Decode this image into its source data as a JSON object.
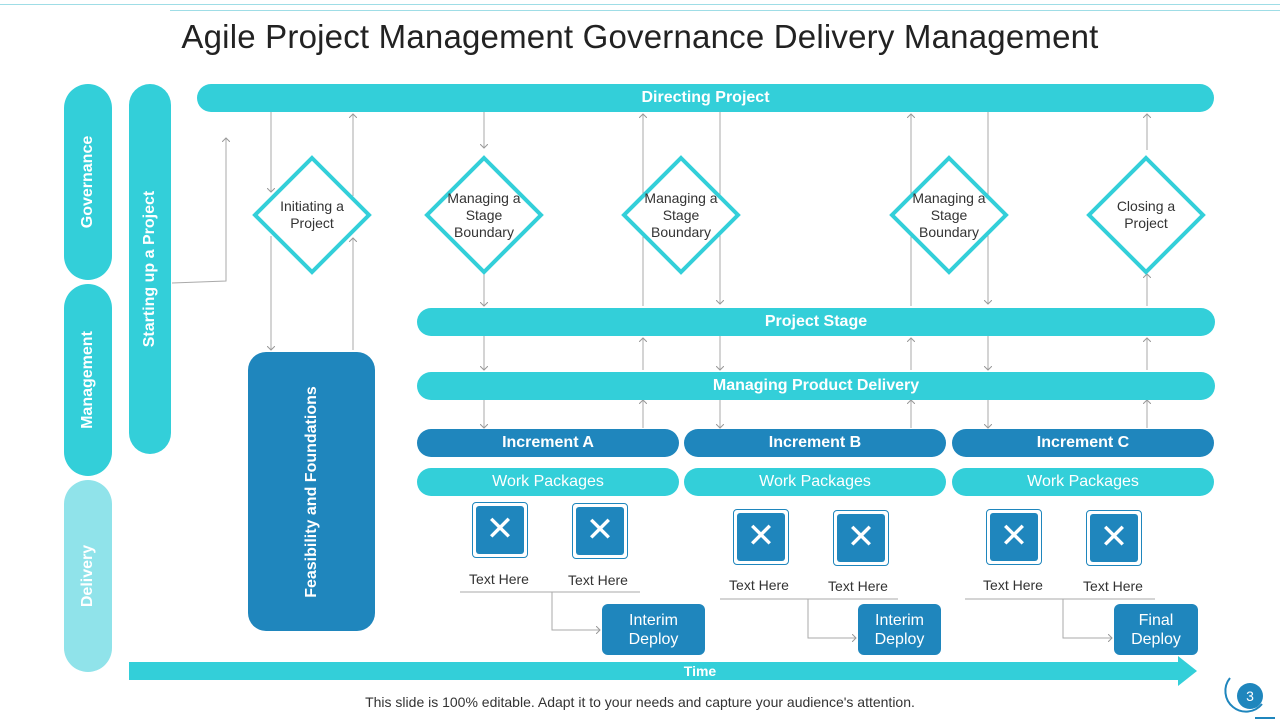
{
  "title": "Agile Project Management Governance Delivery  Management",
  "lanes": {
    "governance": "Governance",
    "management": "Management",
    "delivery": "Delivery"
  },
  "starting_up": "Starting up a Project",
  "directing_project": "Directing Project",
  "diamonds": [
    "Initiating  a Project",
    "Managing a Stage Boundary",
    "Managing a Stage Boundary",
    "Managing a Stage Boundary",
    "Closing a Project"
  ],
  "feasibility": "Feasibility and Foundations",
  "project_stage": "Project Stage",
  "managing_product_delivery": "Managing Product Delivery",
  "increments": [
    "Increment A",
    "Increment B",
    "Increment C"
  ],
  "work_packages": [
    "Work Packages",
    "Work Packages",
    "Work Packages"
  ],
  "text_here": [
    "Text Here",
    "Text Here",
    "Text Here",
    "Text Here",
    "Text Here",
    "Text Here"
  ],
  "deploys": [
    "Interim Deploy",
    "Interim Deploy",
    "Final Deploy"
  ],
  "time_label": "Time",
  "footer": "This slide is 100% editable. Adapt it to your needs and capture your audience's attention.",
  "page_number": "3",
  "colors": {
    "teal": "#33cfd9",
    "blue": "#1f86bd",
    "light_teal": "#90e3ea"
  }
}
